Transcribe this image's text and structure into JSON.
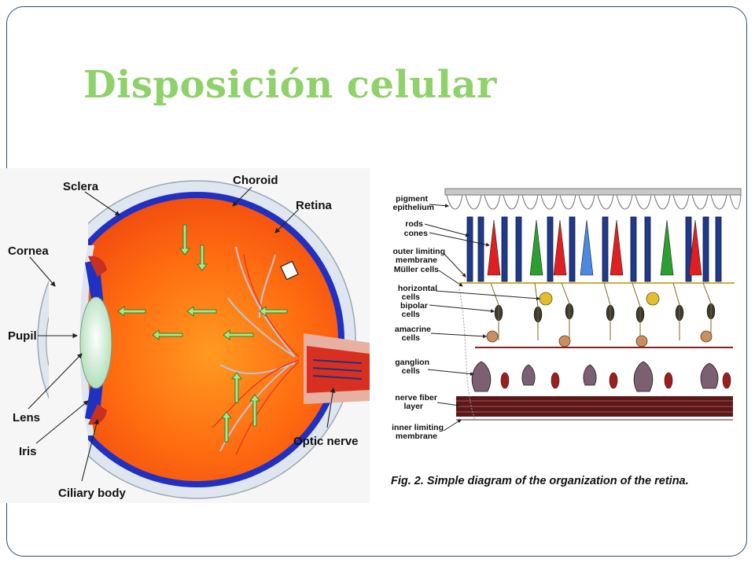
{
  "slide": {
    "title": "Disposición celular"
  },
  "eye_diagram": {
    "labels": {
      "sclera": "Sclera",
      "choroid": "Choroid",
      "retina": "Retina",
      "cornea": "Cornea",
      "pupil": "Pupil",
      "lens": "Lens",
      "iris": "Iris",
      "ciliary_body": "Ciliary body",
      "optic_nerve": "Optic nerve"
    },
    "colors": {
      "vitreous": "#ff6a10",
      "choroid": "#2030c0",
      "sclera": "#e8eef6",
      "lens": "#bfe8c8",
      "arrows": "#90e070"
    }
  },
  "retina_diagram": {
    "labels": {
      "pigment_epithelium": [
        "pigment",
        "epithelium"
      ],
      "rods": "rods",
      "cones": "cones",
      "outer_limiting_membrane": [
        "outer limiting",
        "membrane"
      ],
      "muller_cells": "Müller cells",
      "horizontal_cells": [
        "horizontal",
        "cells"
      ],
      "bipolar_cells": [
        "bipolar",
        "cells"
      ],
      "amacrine_cells": [
        "amacrine",
        "cells"
      ],
      "ganglion_cells": [
        "ganglion",
        "cells"
      ],
      "nerve_fiber_layer": [
        "nerve fiber",
        "layer"
      ],
      "inner_limiting_membrane": [
        "inner limiting",
        "membrane"
      ]
    },
    "caption": "Fig. 2. Simple diagram of the organization of the retina."
  }
}
